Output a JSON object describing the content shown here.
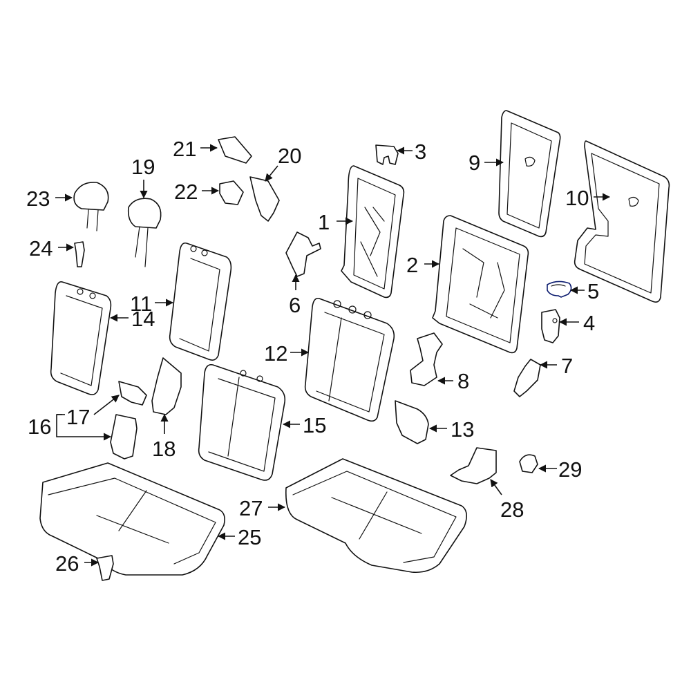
{
  "highlight_color": "#2b3fb5",
  "line_color": "#111111",
  "background_color": "#ffffff",
  "highlighted_part": "5",
  "callouts": [
    {
      "id": "1",
      "label": "1"
    },
    {
      "id": "2",
      "label": "2"
    },
    {
      "id": "3",
      "label": "3"
    },
    {
      "id": "4",
      "label": "4"
    },
    {
      "id": "5",
      "label": "5"
    },
    {
      "id": "6",
      "label": "6"
    },
    {
      "id": "7",
      "label": "7"
    },
    {
      "id": "8",
      "label": "8"
    },
    {
      "id": "9",
      "label": "9"
    },
    {
      "id": "10",
      "label": "10"
    },
    {
      "id": "11",
      "label": "11"
    },
    {
      "id": "12",
      "label": "12"
    },
    {
      "id": "13",
      "label": "13"
    },
    {
      "id": "14",
      "label": "14"
    },
    {
      "id": "15",
      "label": "15"
    },
    {
      "id": "16",
      "label": "16"
    },
    {
      "id": "17",
      "label": "17"
    },
    {
      "id": "18",
      "label": "18"
    },
    {
      "id": "19",
      "label": "19"
    },
    {
      "id": "20",
      "label": "20"
    },
    {
      "id": "21",
      "label": "21"
    },
    {
      "id": "22",
      "label": "22"
    },
    {
      "id": "23",
      "label": "23"
    },
    {
      "id": "24",
      "label": "24"
    },
    {
      "id": "25",
      "label": "25"
    },
    {
      "id": "26",
      "label": "26"
    },
    {
      "id": "27",
      "label": "27"
    },
    {
      "id": "28",
      "label": "28"
    },
    {
      "id": "29",
      "label": "29"
    }
  ]
}
